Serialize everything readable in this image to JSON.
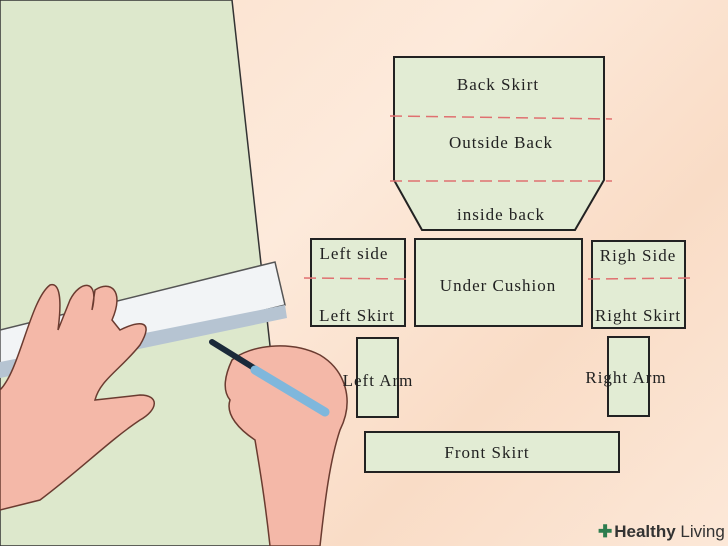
{
  "pieces": {
    "back_skirt": "Back Skirt",
    "outside_back": "Outside Back",
    "inside_back": "inside back",
    "left_side": "Left side",
    "left_skirt": "Left Skirt",
    "under_cushion": "Under Cushion",
    "right_side": "Righ Side",
    "right_skirt": "Right Skirt",
    "left_arm": "Left Arm",
    "right_arm": "Right Arm",
    "front_skirt": "Front Skirt"
  },
  "logo": {
    "bold": "Healthy",
    "rest": " Living"
  },
  "colors": {
    "fabric": "#e2ecd4",
    "cut_line": "#e07070",
    "skin": "#f4b8a8",
    "background": "#fbe3d0"
  }
}
